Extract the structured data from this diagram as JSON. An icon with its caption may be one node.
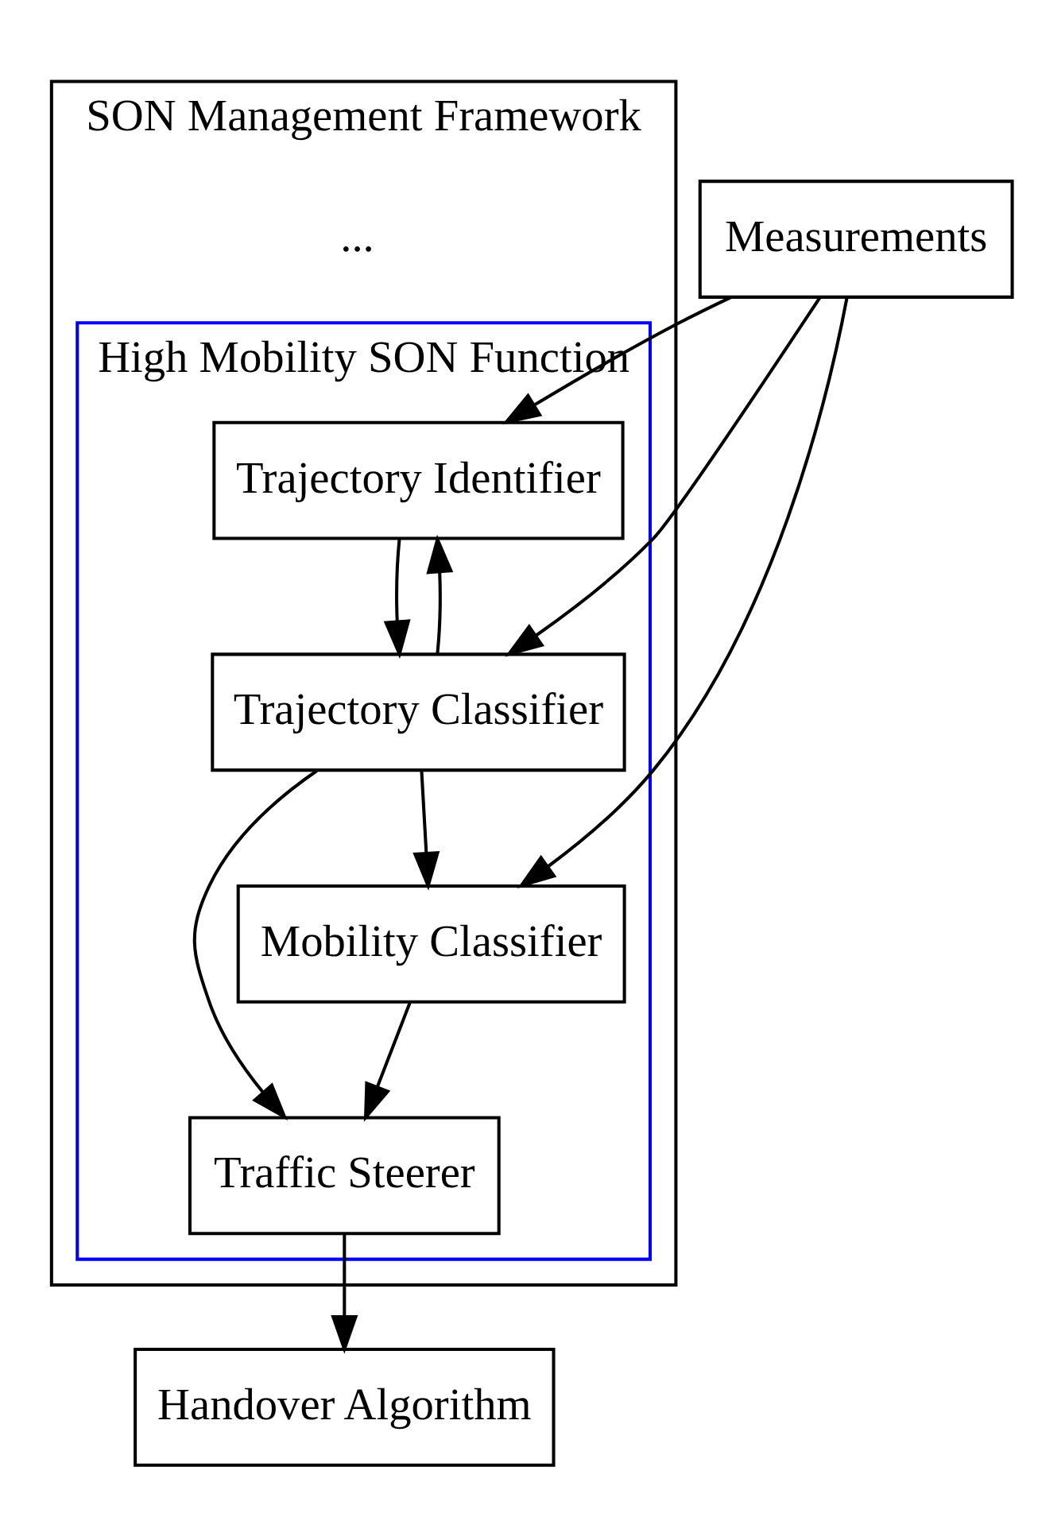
{
  "diagram": {
    "nodes": [
      {
        "text": [
          "Measurements"
        ]
      },
      {
        "text": [
          "SON Management Framework"
        ]
      },
      {
        "text": [
          "..."
        ],
        "in": 1
      },
      {
        "text": [
          "High Mobility SON Function"
        ],
        "in": 1
      },
      {
        "text": [
          "Trajectory Identifier"
        ],
        "in": 3
      },
      {
        "text": [
          "Trajectory Classifier"
        ],
        "in": 3
      },
      {
        "text": [
          "Mobility Classifier"
        ],
        "in": 3
      },
      {
        "text": [
          "Traffic Steerer"
        ],
        "in": 3
      },
      {
        "text": [
          "Handover Algorithm"
        ]
      }
    ],
    "edges": [
      {
        "from": 0,
        "to": 4,
        "arrow": "to"
      },
      {
        "from": 0,
        "to": 5,
        "arrow": "to"
      },
      {
        "from": 0,
        "to": 6,
        "arrow": "to"
      },
      {
        "from": 4,
        "to": 5,
        "arrow": "to"
      },
      {
        "from": 5,
        "to": 4,
        "arrow": "to"
      },
      {
        "from": 5,
        "to": 6,
        "arrow": "to"
      },
      {
        "from": 5,
        "to": 7,
        "arrow": "to"
      },
      {
        "from": 6,
        "to": 7,
        "arrow": "to"
      },
      {
        "from": 7,
        "to": 8,
        "arrow": "to"
      }
    ]
  }
}
